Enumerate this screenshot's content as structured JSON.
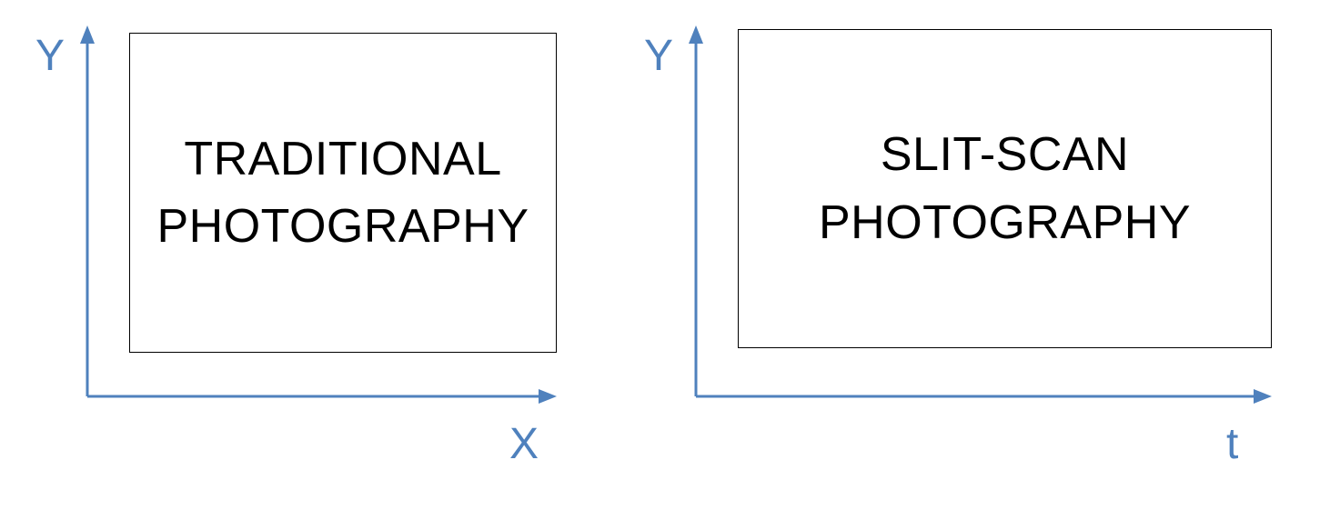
{
  "colors": {
    "axis": "#4f81bd",
    "box_border": "#000000",
    "text": "#000000",
    "background": "#ffffff"
  },
  "panels": [
    {
      "box_text": [
        "TRADITIONAL",
        "PHOTOGRAPHY"
      ],
      "y_axis_label": "Y",
      "x_axis_label": "X"
    },
    {
      "box_text": [
        "SLIT-SCAN",
        "PHOTOGRAPHY"
      ],
      "y_axis_label": "Y",
      "x_axis_label": "t"
    }
  ]
}
